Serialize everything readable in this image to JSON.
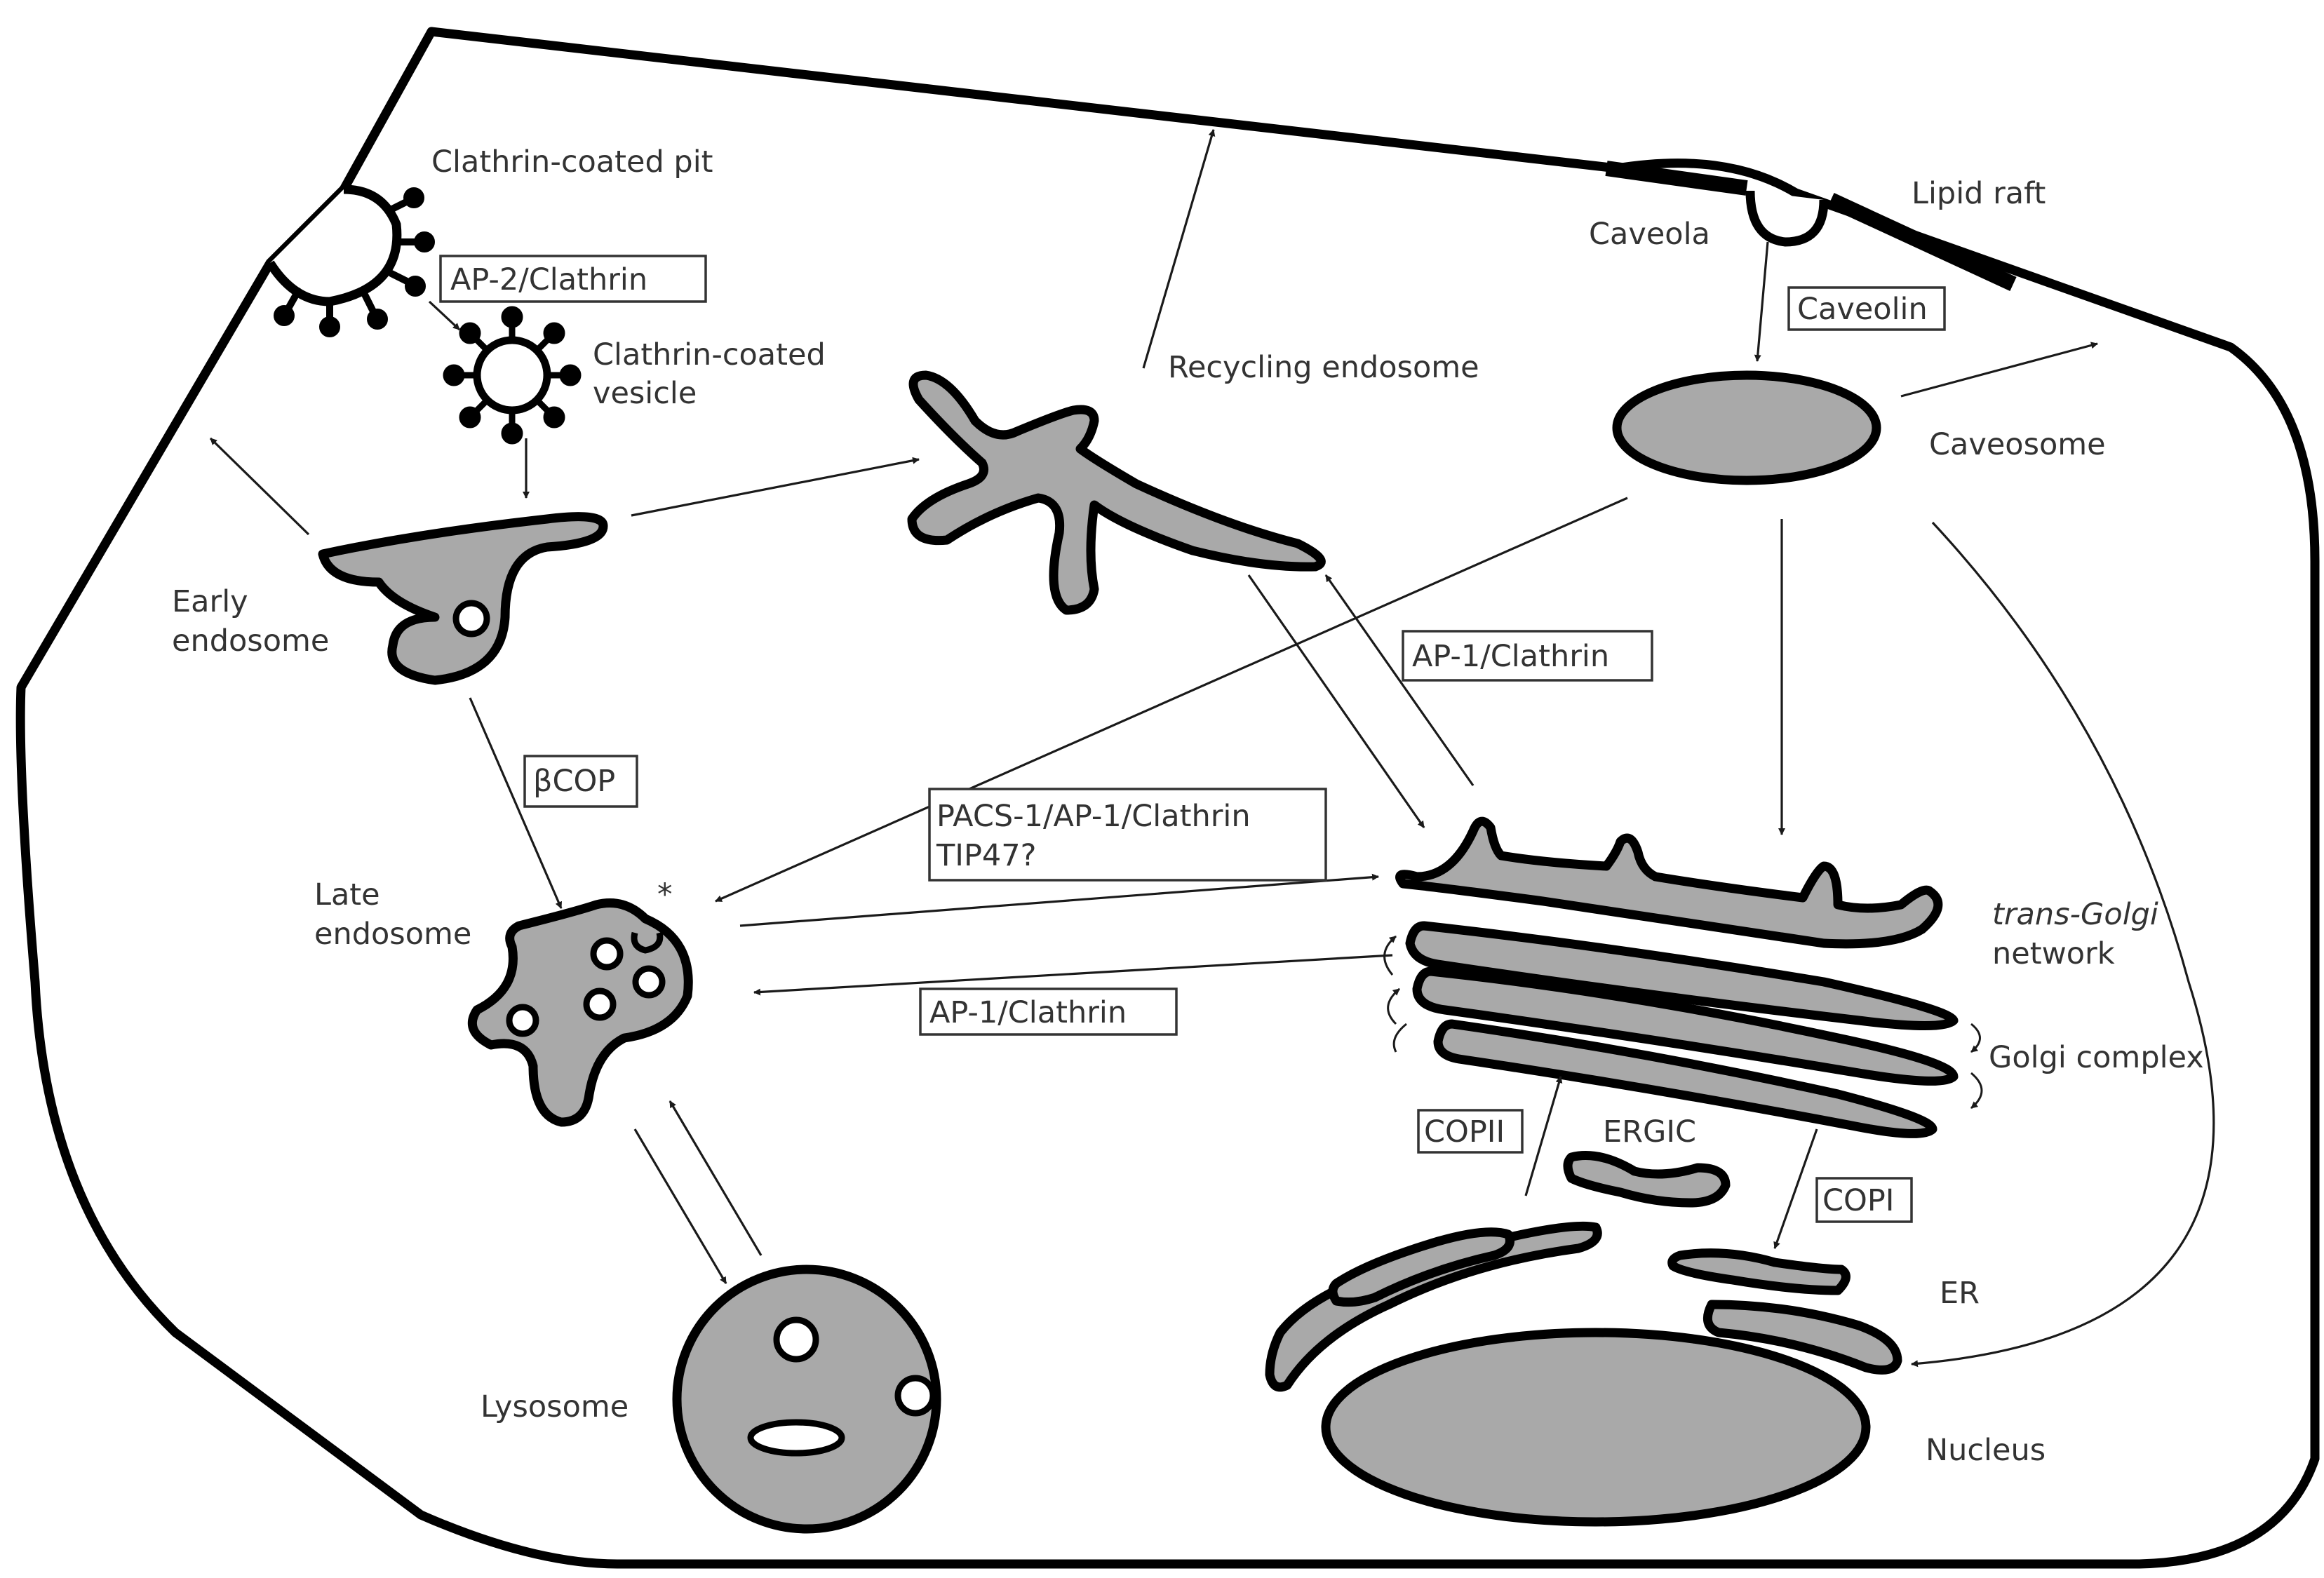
{
  "labels": {
    "clathrin_coated_pit": "Clathrin-coated pit",
    "clathrin_coated_vesicle_1": "Clathrin-coated",
    "clathrin_coated_vesicle_2": "vesicle",
    "recycling_endosome": "Recycling endosome",
    "caveola": "Caveola",
    "lipid_raft": "Lipid raft",
    "caveosome": "Caveosome",
    "early_endosome_1": "Early",
    "early_endosome_2": "endosome",
    "late_endosome_1": "Late",
    "late_endosome_2": "endosome",
    "lysosome": "Lysosome",
    "trans_golgi_1": "trans-Golgi",
    "trans_golgi_2": "network",
    "golgi_complex": "Golgi complex",
    "ergic": "ERGIC",
    "er": "ER",
    "nucleus": "Nucleus"
  },
  "boxes": {
    "ap2_clathrin": "AP-2/Clathrin",
    "caveolin": "Caveolin",
    "ap1_clathrin_upper": "AP-1/Clathrin",
    "bcop": "βCOP",
    "pacs1_line1": "PACS-1/AP-1/Clathrin",
    "pacs1_line2": "TIP47?",
    "ap1_clathrin_lower": "AP-1/Clathrin",
    "copii": "COPII",
    "copi": "COPI"
  },
  "colors": {
    "organelle_fill": "#a9a9a9",
    "outline": "#000000",
    "text": "#333333"
  }
}
